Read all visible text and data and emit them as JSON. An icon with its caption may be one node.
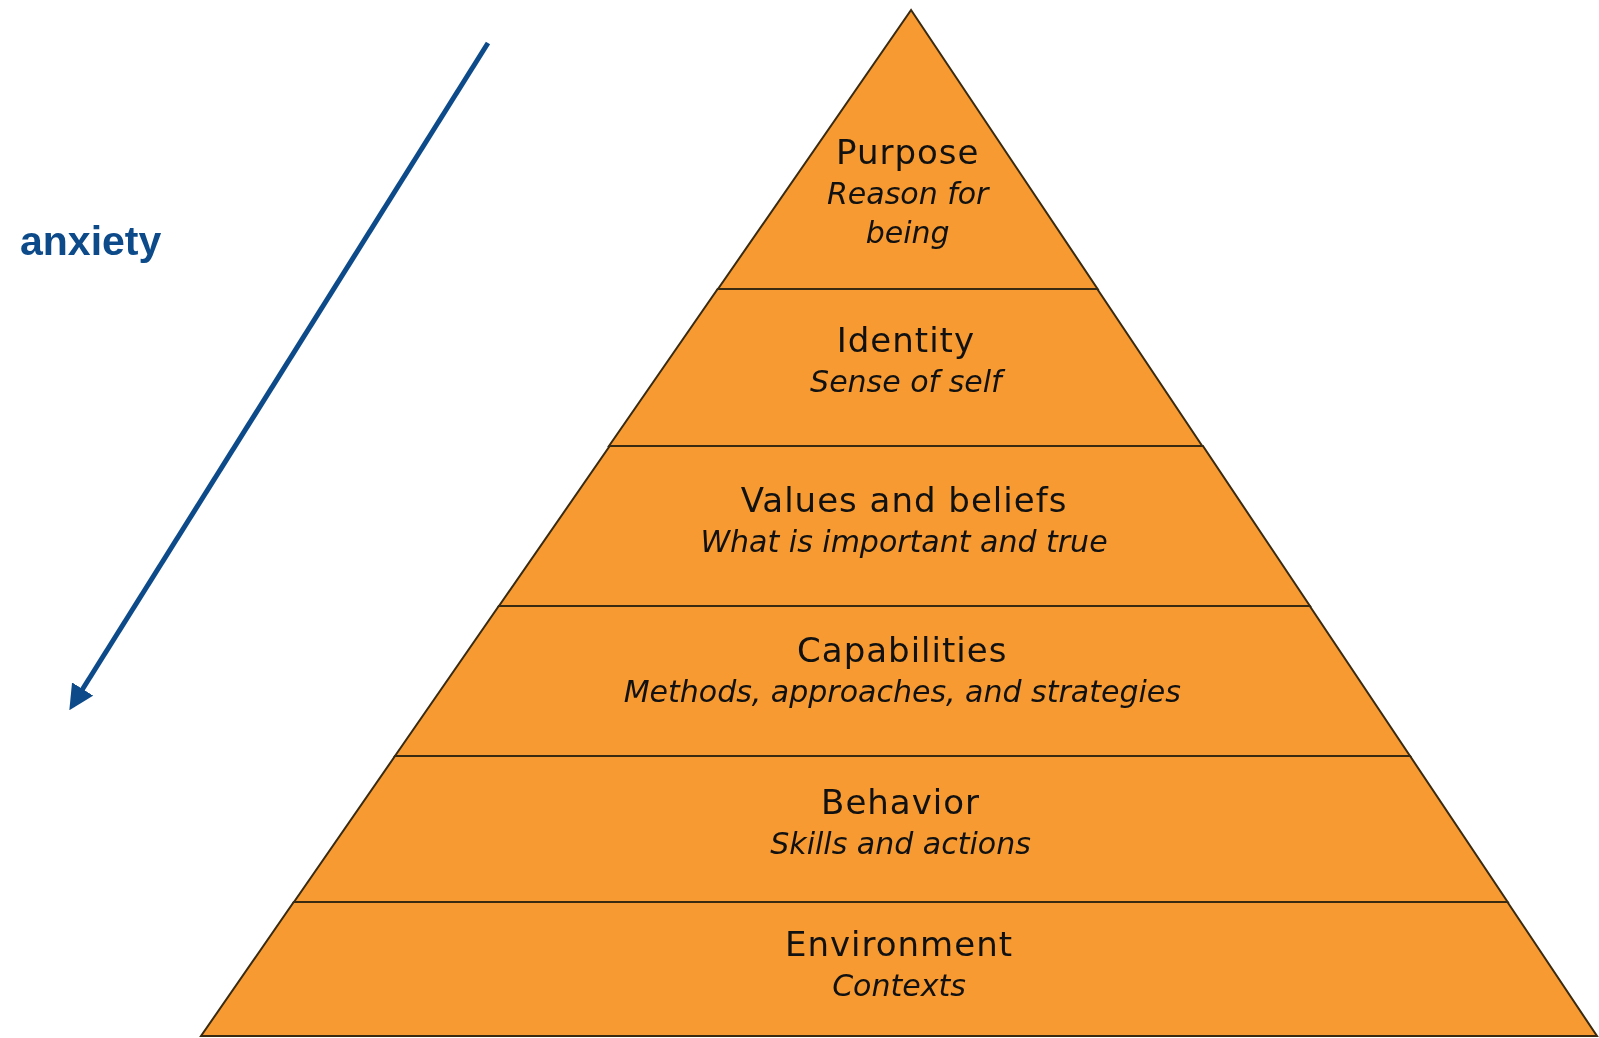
{
  "diagram": {
    "nodes": [
      {
        "text": [
          "Purpose",
          "Reason for being"
        ]
      },
      {
        "text": [
          "Identity",
          "Sense of self"
        ]
      },
      {
        "text": [
          "Values and beliefs",
          "What is important and true"
        ]
      },
      {
        "text": [
          "Capabilities",
          "Methods, approaches, and strategies"
        ]
      },
      {
        "text": [
          "Behavior",
          "Skills and actions"
        ]
      },
      {
        "text": [
          "Environment",
          "Contexts"
        ]
      }
    ],
    "labels": [
      "anxiety"
    ]
  }
}
